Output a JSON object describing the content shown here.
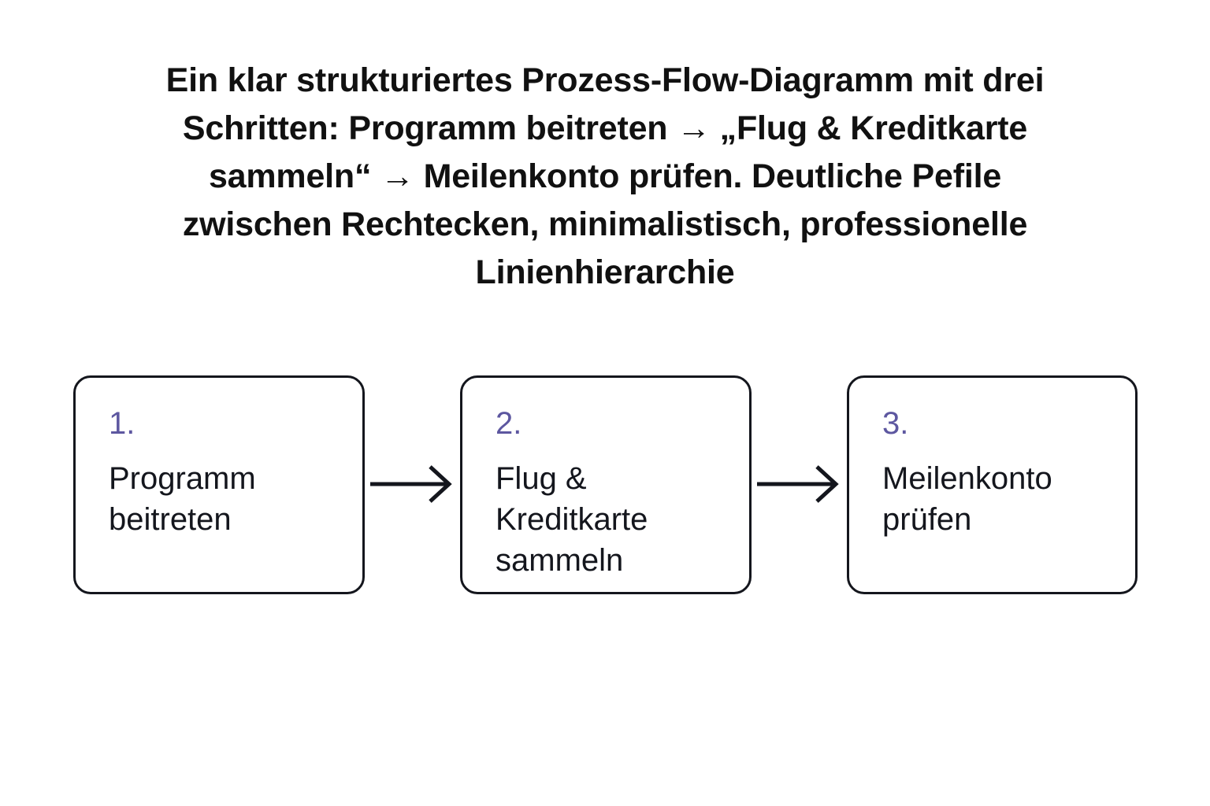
{
  "heading": {
    "lines": [
      "Ein klar strukturiertes Prozess-Flow-Diagramm mit drei",
      "Schritten: Programm beitreten → „Flug & Kreditkarte",
      "sammeln“ → Meilenkonto prüfen. Deutliche Pefile",
      "zwischen Rechtecken, minimalistisch, professionelle",
      "Linienhierarchie"
    ],
    "full_text": "Ein klar strukturiertes Prozess-Flow-Diagramm mit drei Schritten: Programm beitreten → „Flug & Kreditkarte sammeln“ → Meilenkonto prüfen. Deutliche Pefile zwischen Rechtecken, minimalistisch, professionelle Linienhierarchie"
  },
  "colors": {
    "number_accent": "#5d57a0",
    "box_border": "#14161d",
    "text": "#14161d",
    "heading": "#111111",
    "background": "#ffffff",
    "arrow": "#14161d"
  },
  "flow": {
    "steps": [
      {
        "number": "1.",
        "label": "Programm\nbeitreten"
      },
      {
        "number": "2.",
        "label": "Flug &\nKreditkarte\nsammeln"
      },
      {
        "number": "3.",
        "label": "Meilenkonto\nprüfen"
      }
    ],
    "connectors": [
      {
        "name": "arrow-step1-to-step2",
        "glyph": "arrow-right-icon"
      },
      {
        "name": "arrow-step2-to-step3",
        "glyph": "arrow-right-icon"
      }
    ]
  },
  "chart_data": {
    "type": "diagram",
    "diagram_type": "process-flow",
    "orientation": "horizontal",
    "title": "Ein klar strukturiertes Prozess-Flow-Diagramm mit drei Schritten",
    "nodes": [
      {
        "id": 1,
        "number": "1.",
        "label": "Programm beitreten"
      },
      {
        "id": 2,
        "number": "2.",
        "label": "Flug & Kreditkarte sammeln"
      },
      {
        "id": 3,
        "number": "3.",
        "label": "Meilenkonto prüfen"
      }
    ],
    "edges": [
      {
        "from": 1,
        "to": 2,
        "style": "solid-arrow"
      },
      {
        "from": 2,
        "to": 3,
        "style": "solid-arrow"
      }
    ]
  }
}
